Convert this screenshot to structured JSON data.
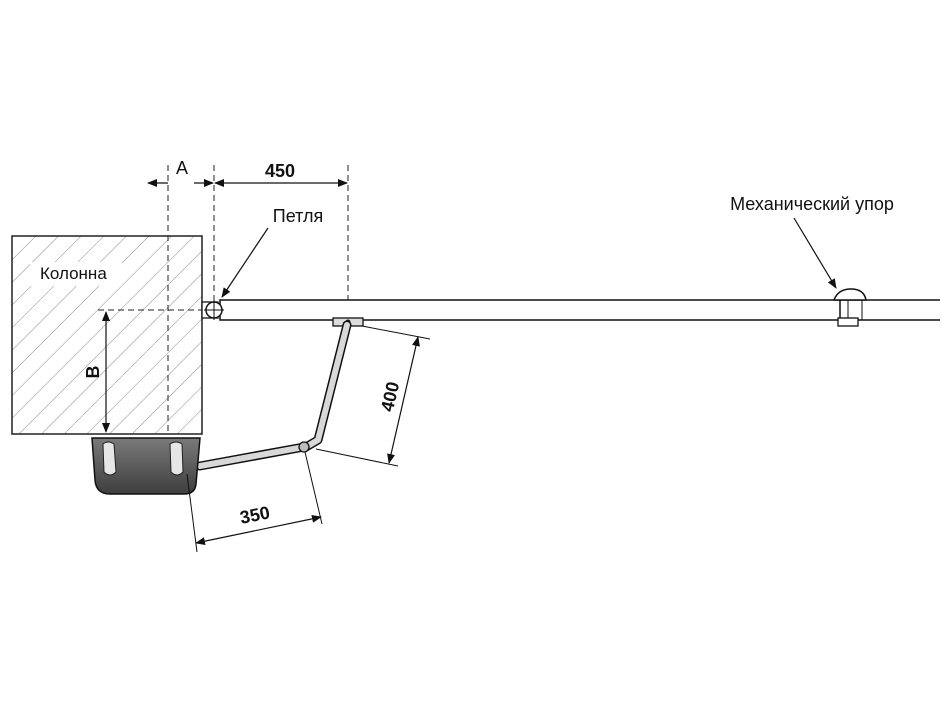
{
  "labels": {
    "column": "Колонна",
    "hinge": "Петля",
    "mechanical_stop": "Механический упор"
  },
  "dimensions": {
    "a": "A",
    "d450": "450",
    "b": "B",
    "d400": "400",
    "d350": "350"
  },
  "colors": {
    "line": "#111111",
    "hatch": "#777777",
    "motor_body": "#5a5a5a",
    "gate_fill": "#ffffff"
  }
}
